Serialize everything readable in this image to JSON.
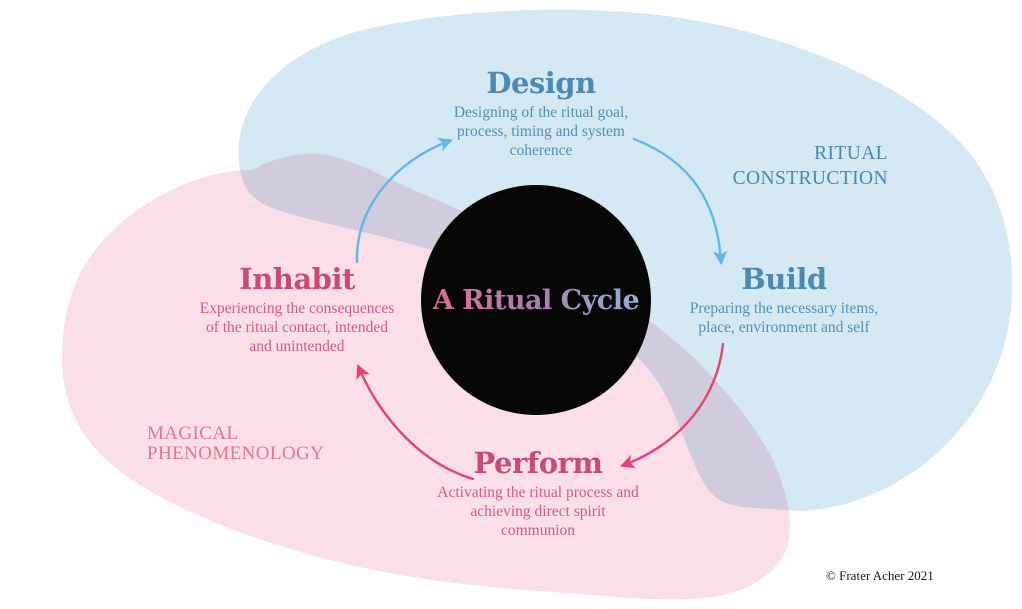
{
  "center": {
    "title": "A Ritual Cycle",
    "gradient": [
      "#db6f93",
      "#ab7dad",
      "#8fb3d9"
    ]
  },
  "stages": [
    {
      "id": "design",
      "title": "Design",
      "description": "Designing of the ritual goal,\nprocess, timing and system\ncoherence",
      "palette": "blue"
    },
    {
      "id": "build",
      "title": "Build",
      "description": "Preparing the necessary items,\nplace, environment and self",
      "palette": "blue"
    },
    {
      "id": "perform",
      "title": "Perform",
      "description": "Activating the ritual process and\nachieving direct spirit\ncommunion",
      "palette": "pink"
    },
    {
      "id": "inhabit",
      "title": "Inhabit",
      "description": "Experiencing the consequences\nof the ritual contact, intended\nand unintended",
      "palette": "pink"
    }
  ],
  "region_labels": [
    {
      "id": "ritual-construction",
      "text": "RITUAL\nCONSTRUCTION",
      "palette": "blue"
    },
    {
      "id": "magical-phenomenology",
      "text": "MAGICAL\nPHENOMENOLOGY",
      "palette": "pink"
    }
  ],
  "arrows": [
    {
      "from": "Inhabit",
      "to": "Design",
      "color": "blue"
    },
    {
      "from": "Design",
      "to": "Build",
      "color": "blue"
    },
    {
      "from": "Build",
      "to": "Perform",
      "color": "pink"
    },
    {
      "from": "Perform",
      "to": "Inhabit",
      "color": "pink"
    }
  ],
  "credit": "© Frater Acher 2021",
  "colors": {
    "background": "#ffffff",
    "blue_blob": "#d5e9f4",
    "pink_blob": "#fbdfe8",
    "blue_heading": "#4c8ab1",
    "blue_body": "#568fb2",
    "blue_label": "#4d87ab",
    "blue_arrow": "#5fb8e5",
    "pink_heading": "#c94a72",
    "pink_body": "#d25c7e",
    "pink_label": "#e3758f",
    "pink_arrow": "#e34570",
    "circle_bg": "#060606",
    "credit_color": "#161616"
  }
}
